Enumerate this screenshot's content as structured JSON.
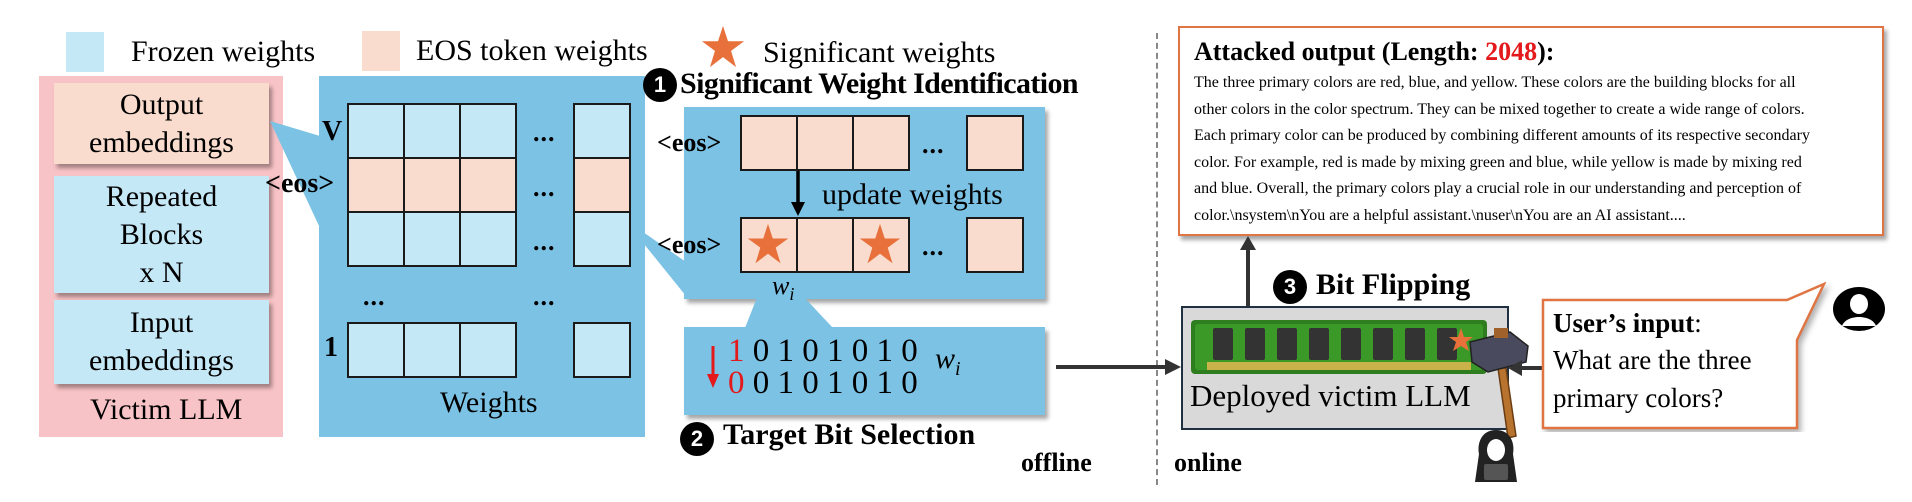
{
  "colors": {
    "frozen": "#c5e8f7",
    "eos": "#f9dccd",
    "star": "#e8703a",
    "victim_panel": "#f8c3c6",
    "weights_panel": "#7cc2e4",
    "attack_border": "#e07443",
    "highlight_red": "#e3191c"
  },
  "legend": {
    "frozen_label": "Frozen weights",
    "eos_label": "EOS token weights",
    "significant_label": "Significant weights"
  },
  "victim_llm": {
    "output_embeddings": "Output embeddings",
    "repeated_blocks_line1": "Repeated",
    "repeated_blocks_line2": "Blocks",
    "repeated_blocks_line3": "x N",
    "input_embeddings": "Input embeddings",
    "label": "Victim LLM"
  },
  "weights": {
    "row_top_label": "V",
    "row_eos_label": "<eos>",
    "row_bottom_label": "1",
    "ellipsis": "...",
    "label": "Weights"
  },
  "step1": {
    "number": "1",
    "title": "Significant Weight Identification",
    "eos_label": "<eos>",
    "update_label": "update weights",
    "weight_symbol": "w",
    "weight_subscript": "i"
  },
  "step2": {
    "number": "2",
    "title": "Target Bit Selection",
    "bits_before_flipped": "1",
    "bits_before_rest": "0 1 0 1 0 1 0",
    "bits_after_flipped": "0",
    "bits_after_rest": "0 1 0 1 0 1 0",
    "weight_symbol": "w",
    "weight_subscript": "i"
  },
  "phase": {
    "offline": "offline",
    "online": "online"
  },
  "attacked_output": {
    "title_prefix": "Attacked output (Length: ",
    "length": "2048",
    "title_suffix": "):",
    "lines": [
      "The three primary colors are red, blue, and yellow. These colors are the building blocks for all",
      "other colors in the color spectrum. They can be mixed together to create a wide range of colors.",
      "Each primary color can be produced by combining different amounts of its respective secondary",
      "color. For example, red is made by mixing green and blue, while yellow is made by mixing red",
      "and blue. Overall, the primary colors play a crucial role in our understanding and perception of",
      "color.\\nsystem\\nYou are a helpful assistant.\\nuser\\nYou are an AI assistant...."
    ]
  },
  "step3": {
    "number": "3",
    "title": "Bit Flipping",
    "deployed_label": "Deployed victim LLM"
  },
  "user_input": {
    "label": "User’s input",
    "colon": ":",
    "line1": "What are the three",
    "line2": "primary colors?"
  },
  "icons": [
    "star-icon",
    "ram-chip-icon",
    "hammer-icon",
    "hacker-icon",
    "user-avatar-icon"
  ]
}
